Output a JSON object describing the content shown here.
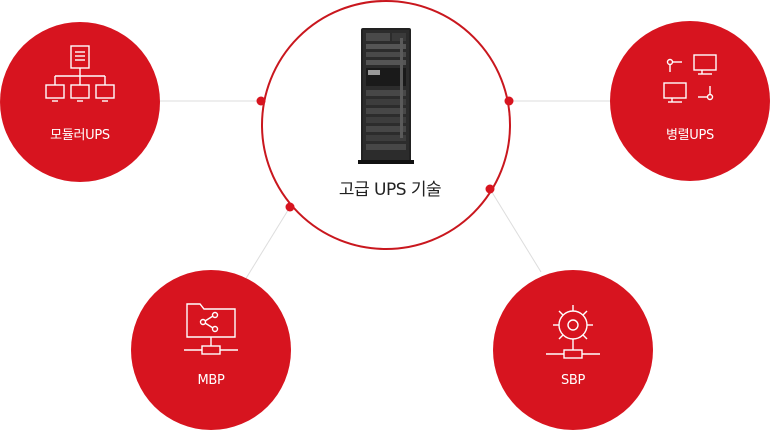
{
  "center": {
    "title": "고급 UPS 기술",
    "icon": "ups-rack-icon"
  },
  "nodes": {
    "modular": {
      "label": "모듈러UPS",
      "icon": "network-tree-icon"
    },
    "parallel": {
      "label": "병렬UPS",
      "icon": "parallel-monitors-icon"
    },
    "mbp": {
      "label": "MBP",
      "icon": "folder-share-icon"
    },
    "sbp": {
      "label": "SBP",
      "icon": "gear-network-icon"
    }
  },
  "colors": {
    "accent": "#d7141f",
    "ring": "#c9171e",
    "connector": "#dddddd",
    "center_text": "#222222"
  }
}
